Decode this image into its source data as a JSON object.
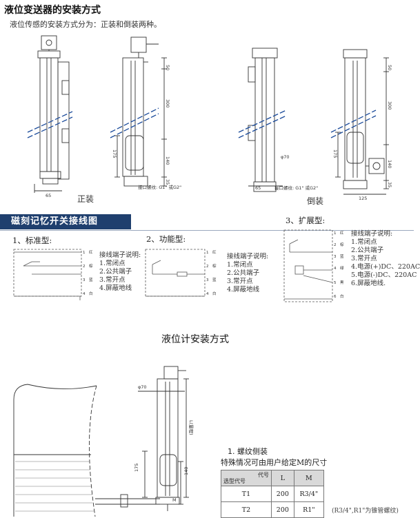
{
  "section1": {
    "title": "液位变送器的安装方式",
    "intro": "液位传感的安装方式分为：正装和倒装两种。",
    "upright_label": "正装",
    "inverted_label": "倒装",
    "dims": {
      "d65": "65",
      "d50": "50",
      "d300": "300",
      "d175": "175",
      "d140": "140",
      "d35": "35",
      "d125": "125",
      "phi70": "φ70",
      "port_thread": "接口螺纹: G1\" 或G2\""
    }
  },
  "section2": {
    "banner": "磁刻记忆开关接线图",
    "standard": {
      "title": "1、标准型:",
      "pins": [
        "1",
        "2",
        "3",
        "4"
      ],
      "colors": [
        "红",
        "棕",
        "蓝",
        "白"
      ],
      "legend": [
        "接线端子说明:",
        "1.常闭点",
        "2.公共端子",
        "3.常开点",
        "4.屏蔽地线"
      ]
    },
    "functional": {
      "title": "2、功能型:",
      "pins": [
        "1",
        "2",
        "3",
        "4"
      ],
      "colors": [
        "红",
        "棕",
        "蓝",
        "白"
      ],
      "legend": [
        "接线端子说明:",
        "1.常闭点",
        "2.公共端子",
        "3.常开点",
        "4.屏蔽地线"
      ]
    },
    "extended": {
      "title": "3、扩展型:",
      "pins": [
        "1",
        "2",
        "3",
        "4",
        "5",
        "6"
      ],
      "colors": [
        "红",
        "棕",
        "蓝",
        "绿",
        "黑",
        "白"
      ],
      "legend": [
        "接线端子说明:",
        "1.常闭点",
        "2.公共端子",
        "3.常开点",
        "4.电源(+)DC、220AC",
        "5.电源(-)DC、220AC",
        "6.屏蔽地线."
      ]
    }
  },
  "section3": {
    "title": "液位计安装方式",
    "dims": {
      "phi70": "φ70",
      "range": "L(量程)",
      "d175": "175",
      "d140": "140",
      "m": "M"
    },
    "subtitle": "1. 螺纹侧装",
    "subtitle2": "特殊情况可由用户给定M的尺寸",
    "table": {
      "header_code": "代号",
      "header_model": "选型代号",
      "col_l": "L",
      "col_m": "M",
      "rows": [
        {
          "code": "T1",
          "l": "200",
          "m": "R3/4\""
        },
        {
          "code": "T2",
          "l": "200",
          "m": "R1\""
        }
      ]
    },
    "note": "(R3/4\",R1\"为锥管螺纹)"
  }
}
